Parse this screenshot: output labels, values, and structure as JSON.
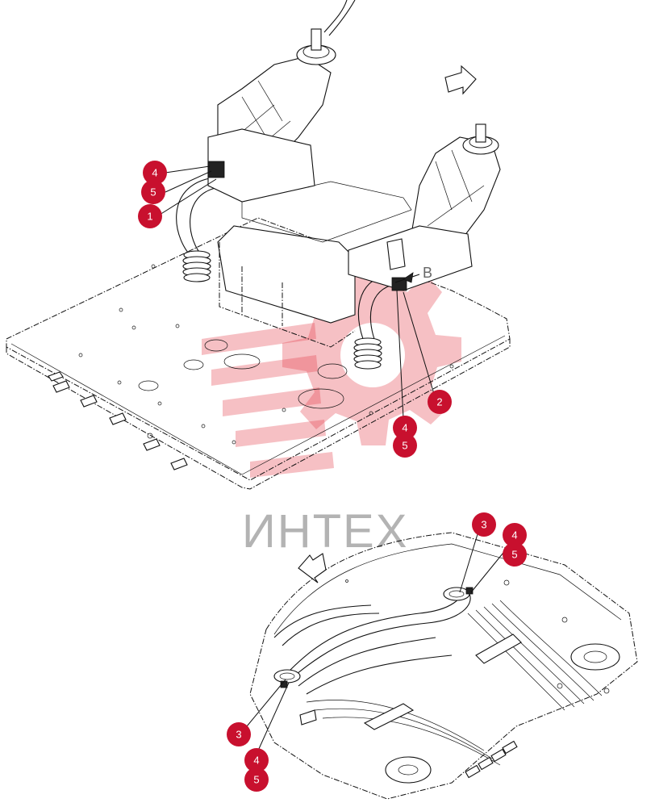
{
  "watermark": {
    "text": "ИНТЕХ",
    "color": "#e23b47"
  },
  "view_marks": {
    "arrow_label": "B"
  },
  "callouts": {
    "color": "#c8102e",
    "items": [
      {
        "id": "c-top-4",
        "label": "4"
      },
      {
        "id": "c-top-5",
        "label": "5"
      },
      {
        "id": "c-top-1",
        "label": "1"
      },
      {
        "id": "c-mid-2",
        "label": "2"
      },
      {
        "id": "c-mid-4",
        "label": "4"
      },
      {
        "id": "c-mid-5",
        "label": "5"
      },
      {
        "id": "c-br-3",
        "label": "3"
      },
      {
        "id": "c-br-4",
        "label": "4"
      },
      {
        "id": "c-br-5",
        "label": "5"
      },
      {
        "id": "c-bl-3",
        "label": "3"
      },
      {
        "id": "c-bl-4",
        "label": "4"
      },
      {
        "id": "c-bl-5",
        "label": "5"
      }
    ]
  }
}
